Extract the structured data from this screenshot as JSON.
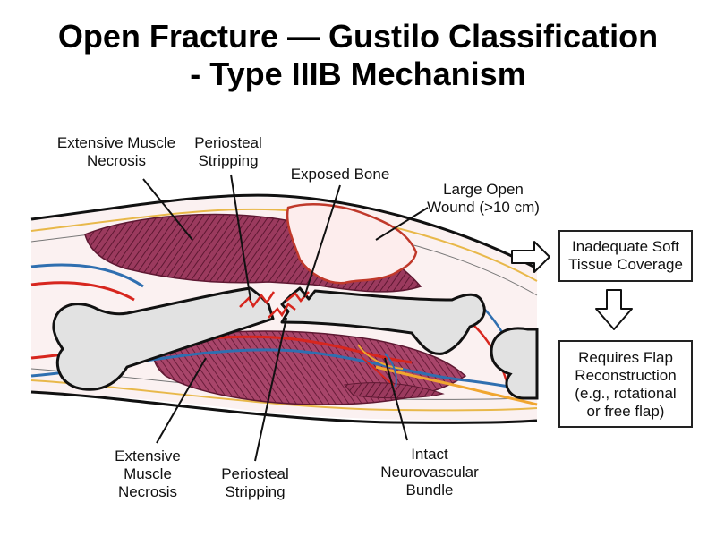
{
  "title": {
    "line1": "Open Fracture — Gustilo Classification",
    "line2": "- Type IIIB Mechanism"
  },
  "labels": {
    "muscle_necrosis_top": [
      "Extensive Muscle",
      "Necrosis"
    ],
    "periosteal_top": [
      "Periosteal",
      "Stripping"
    ],
    "exposed_bone": "Exposed Bone",
    "large_wound": [
      "Large Open",
      "Wound (>10 cm)"
    ],
    "muscle_necrosis_bottom": [
      "Extensive",
      "Muscle",
      "Necrosis"
    ],
    "periosteal_bottom": [
      "Periosteal",
      "Stripping"
    ],
    "neurovascular": [
      "Intact",
      "Neurovascular",
      "Bundle"
    ]
  },
  "boxes": {
    "coverage": [
      "Inadequate Soft",
      "Tissue Coverage"
    ],
    "flap": [
      "Requires Flap",
      "Reconstruction",
      "(e.g., rotational",
      "or free flap)"
    ]
  },
  "colors": {
    "muscle": "#8e2a4f",
    "wound": "#c0392b",
    "artery": "#d7261e",
    "vein": "#2f6fb0",
    "nerve": "#f0a630",
    "bone": "#e2e2e2",
    "skin_line": "#e8b84a"
  }
}
